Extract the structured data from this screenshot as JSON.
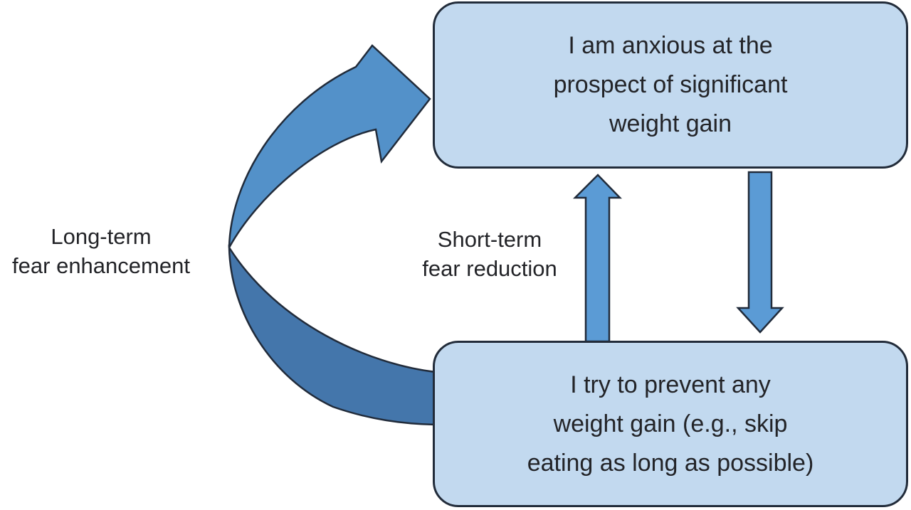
{
  "diagram": {
    "title": "fear-of-weight-gain feedback loop",
    "top_box": {
      "lines": [
        "I am anxious at the",
        "prospect of significant",
        "weight gain"
      ]
    },
    "bottom_box": {
      "lines": [
        "I try to prevent any",
        "weight gain (e.g., skip",
        "eating as long as possible)"
      ]
    },
    "labels": {
      "long_term": {
        "lines": [
          "Long-term",
          "fear enhancement"
        ]
      },
      "short_term": {
        "lines": [
          "Short-term",
          "fear reduction"
        ]
      }
    },
    "arrows": [
      {
        "name": "long-term-curved-arrow",
        "from": "bottom_box",
        "to": "top_box",
        "style": "curved-ribbon"
      },
      {
        "name": "short-term-up-arrow",
        "from": "bottom_box",
        "to": "top_box",
        "style": "straight-up"
      },
      {
        "name": "behavior-down-arrow",
        "from": "top_box",
        "to": "bottom_box",
        "style": "straight-down"
      }
    ]
  },
  "colors": {
    "background": "#ffffff",
    "box_fill": "#c2d9ef",
    "box_border": "#222c3a",
    "arrow_fill": "#5b9bd5",
    "ribbon_upper_fill": "#5391c9",
    "ribbon_lower_fill": "#4476ab",
    "arrow_stroke": "#212b3a",
    "text": "#232428"
  }
}
